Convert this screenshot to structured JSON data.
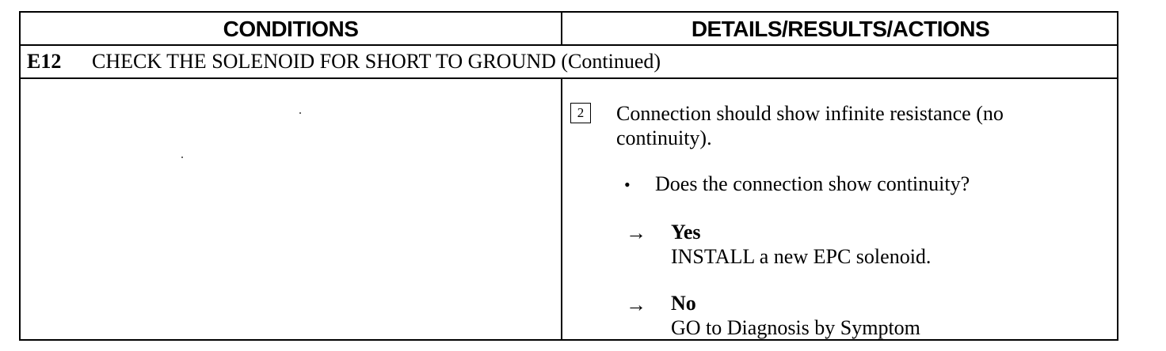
{
  "header": {
    "conditions": "CONDITIONS",
    "details": "DETAILS/RESULTS/ACTIONS"
  },
  "step": {
    "code": "E12",
    "title": "CHECK THE SOLENOID FOR SHORT TO GROUND (Continued)"
  },
  "details": {
    "box_number": "2",
    "result": "Connection should show infinite resistance (no continuity).",
    "bullet": "•",
    "question": "Does the connection show continuity?",
    "arrow": "→",
    "answers": [
      {
        "label": "Yes",
        "action": "INSTALL a new EPC solenoid."
      },
      {
        "label": "No",
        "action": "GO to Diagnosis by Symptom"
      }
    ]
  }
}
